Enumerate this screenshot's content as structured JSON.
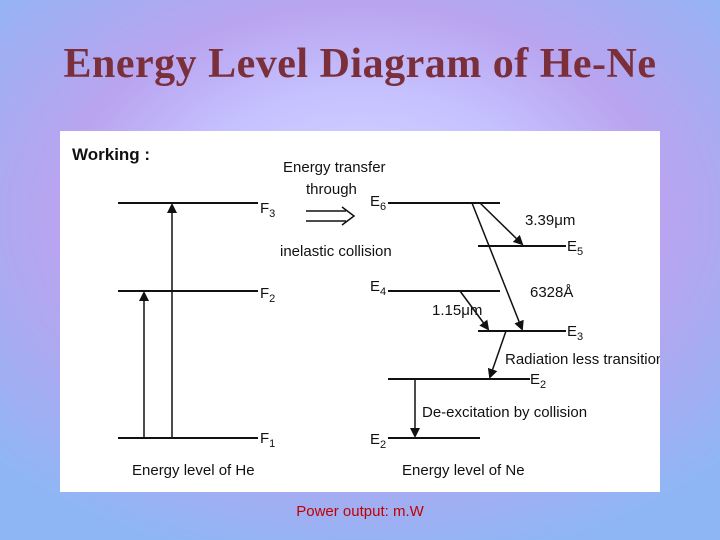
{
  "title": "Energy Level Diagram of He-Ne",
  "diagram": {
    "heading": "Working :",
    "transfer": {
      "line1": "Energy transfer",
      "line2": "through",
      "line3": "inelastic collision"
    },
    "he_levels": [
      {
        "name": "F",
        "sub": "3"
      },
      {
        "name": "F",
        "sub": "2"
      },
      {
        "name": "F",
        "sub": "1"
      }
    ],
    "ne_levels": [
      {
        "name": "E",
        "sub": "6"
      },
      {
        "name": "E",
        "sub": "5"
      },
      {
        "name": "E",
        "sub": "4"
      },
      {
        "name": "E",
        "sub": "3"
      },
      {
        "name": "E",
        "sub": "2"
      },
      {
        "name": "E",
        "sub": "2"
      }
    ],
    "wavelengths": {
      "w1": "3.39μm",
      "w2": "6328Å",
      "w3": "1.15μm"
    },
    "radiationless": "Radiation less transition",
    "deexcitation": "De-excitation by collision",
    "he_caption": "Energy level of He",
    "ne_caption": "Energy level of Ne"
  },
  "footer": "Power output: m.W"
}
